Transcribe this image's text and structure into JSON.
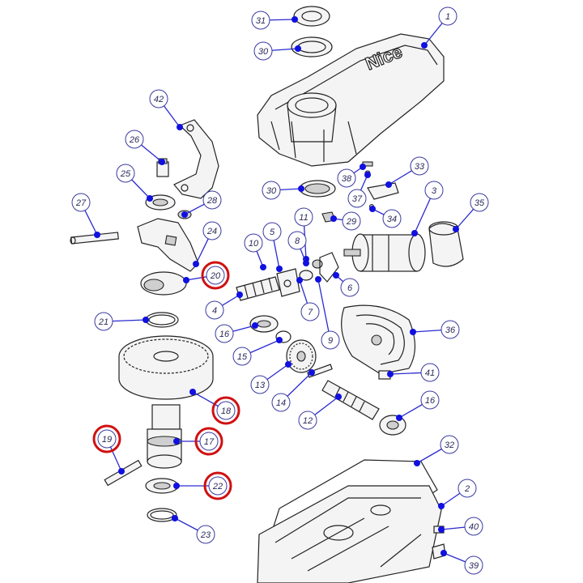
{
  "brand_text": "Nice",
  "colors": {
    "callout_line": "#2a2ad0",
    "callout_dot": "#1010e0",
    "highlight_ring": "#d01010",
    "part_stroke": "#222222"
  },
  "callouts": [
    {
      "label": "31",
      "highlighted": false
    },
    {
      "label": "1",
      "highlighted": false
    },
    {
      "label": "30",
      "highlighted": false
    },
    {
      "label": "42",
      "highlighted": false
    },
    {
      "label": "26",
      "highlighted": false
    },
    {
      "label": "25",
      "highlighted": false
    },
    {
      "label": "28",
      "highlighted": false
    },
    {
      "label": "27",
      "highlighted": false
    },
    {
      "label": "24",
      "highlighted": false
    },
    {
      "label": "20",
      "highlighted": true
    },
    {
      "label": "30",
      "highlighted": false
    },
    {
      "label": "38",
      "highlighted": false
    },
    {
      "label": "33",
      "highlighted": false
    },
    {
      "label": "37",
      "highlighted": false
    },
    {
      "label": "3",
      "highlighted": false
    },
    {
      "label": "35",
      "highlighted": false
    },
    {
      "label": "11",
      "highlighted": false
    },
    {
      "label": "29",
      "highlighted": false
    },
    {
      "label": "34",
      "highlighted": false
    },
    {
      "label": "10",
      "highlighted": false
    },
    {
      "label": "5",
      "highlighted": false
    },
    {
      "label": "8",
      "highlighted": false
    },
    {
      "label": "6",
      "highlighted": false
    },
    {
      "label": "4",
      "highlighted": false
    },
    {
      "label": "7",
      "highlighted": false
    },
    {
      "label": "9",
      "highlighted": false
    },
    {
      "label": "21",
      "highlighted": false
    },
    {
      "label": "16",
      "highlighted": false
    },
    {
      "label": "36",
      "highlighted": false
    },
    {
      "label": "15",
      "highlighted": false
    },
    {
      "label": "13",
      "highlighted": false
    },
    {
      "label": "41",
      "highlighted": false
    },
    {
      "label": "14",
      "highlighted": false
    },
    {
      "label": "18",
      "highlighted": true
    },
    {
      "label": "16",
      "highlighted": false
    },
    {
      "label": "12",
      "highlighted": false
    },
    {
      "label": "19",
      "highlighted": true
    },
    {
      "label": "17",
      "highlighted": true
    },
    {
      "label": "32",
      "highlighted": false
    },
    {
      "label": "22",
      "highlighted": true
    },
    {
      "label": "2",
      "highlighted": false
    },
    {
      "label": "40",
      "highlighted": false
    },
    {
      "label": "23",
      "highlighted": false
    },
    {
      "label": "39",
      "highlighted": false
    }
  ]
}
